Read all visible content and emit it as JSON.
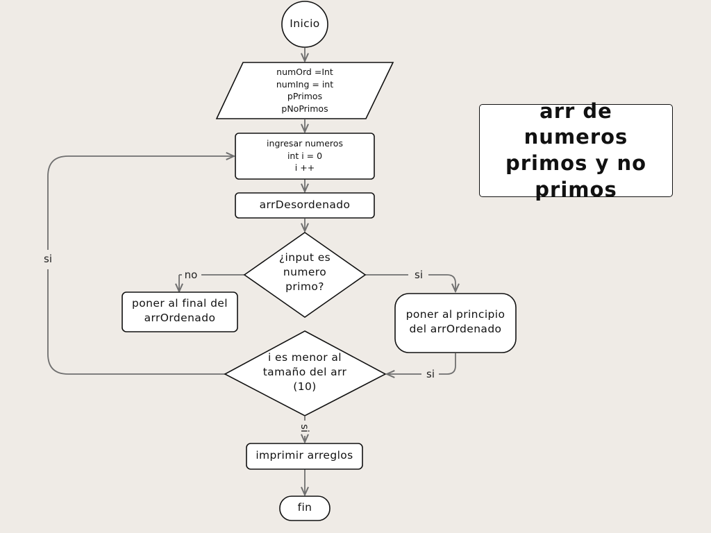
{
  "title": "arr de numeros primos y no primos",
  "nodes": {
    "start": "Inicio",
    "declare": "numOrd =Int\nnumIng = int\npPrimos\npNoPrimos",
    "input_loop": "ingresar numeros\nint i = 0\ni ++",
    "unsorted": "arrDesordenado",
    "is_prime": "¿input es\nnumero\nprimo?",
    "put_end": "poner al final del\narrOrdenado",
    "put_start": "poner al principio\ndel arrOrdenado",
    "i_less": "i es menor al\ntamaño del arr\n(10)",
    "print": "imprimir arreglos",
    "end": "fin"
  },
  "edges": {
    "no": "no",
    "si_right": "si",
    "si_merge": "si",
    "si_loop": "si",
    "si_down": "si"
  },
  "colors": {
    "background": "#efebe6",
    "shape_fill": "#ffffff",
    "stroke": "#111111",
    "connector": "#6f6f6f"
  }
}
